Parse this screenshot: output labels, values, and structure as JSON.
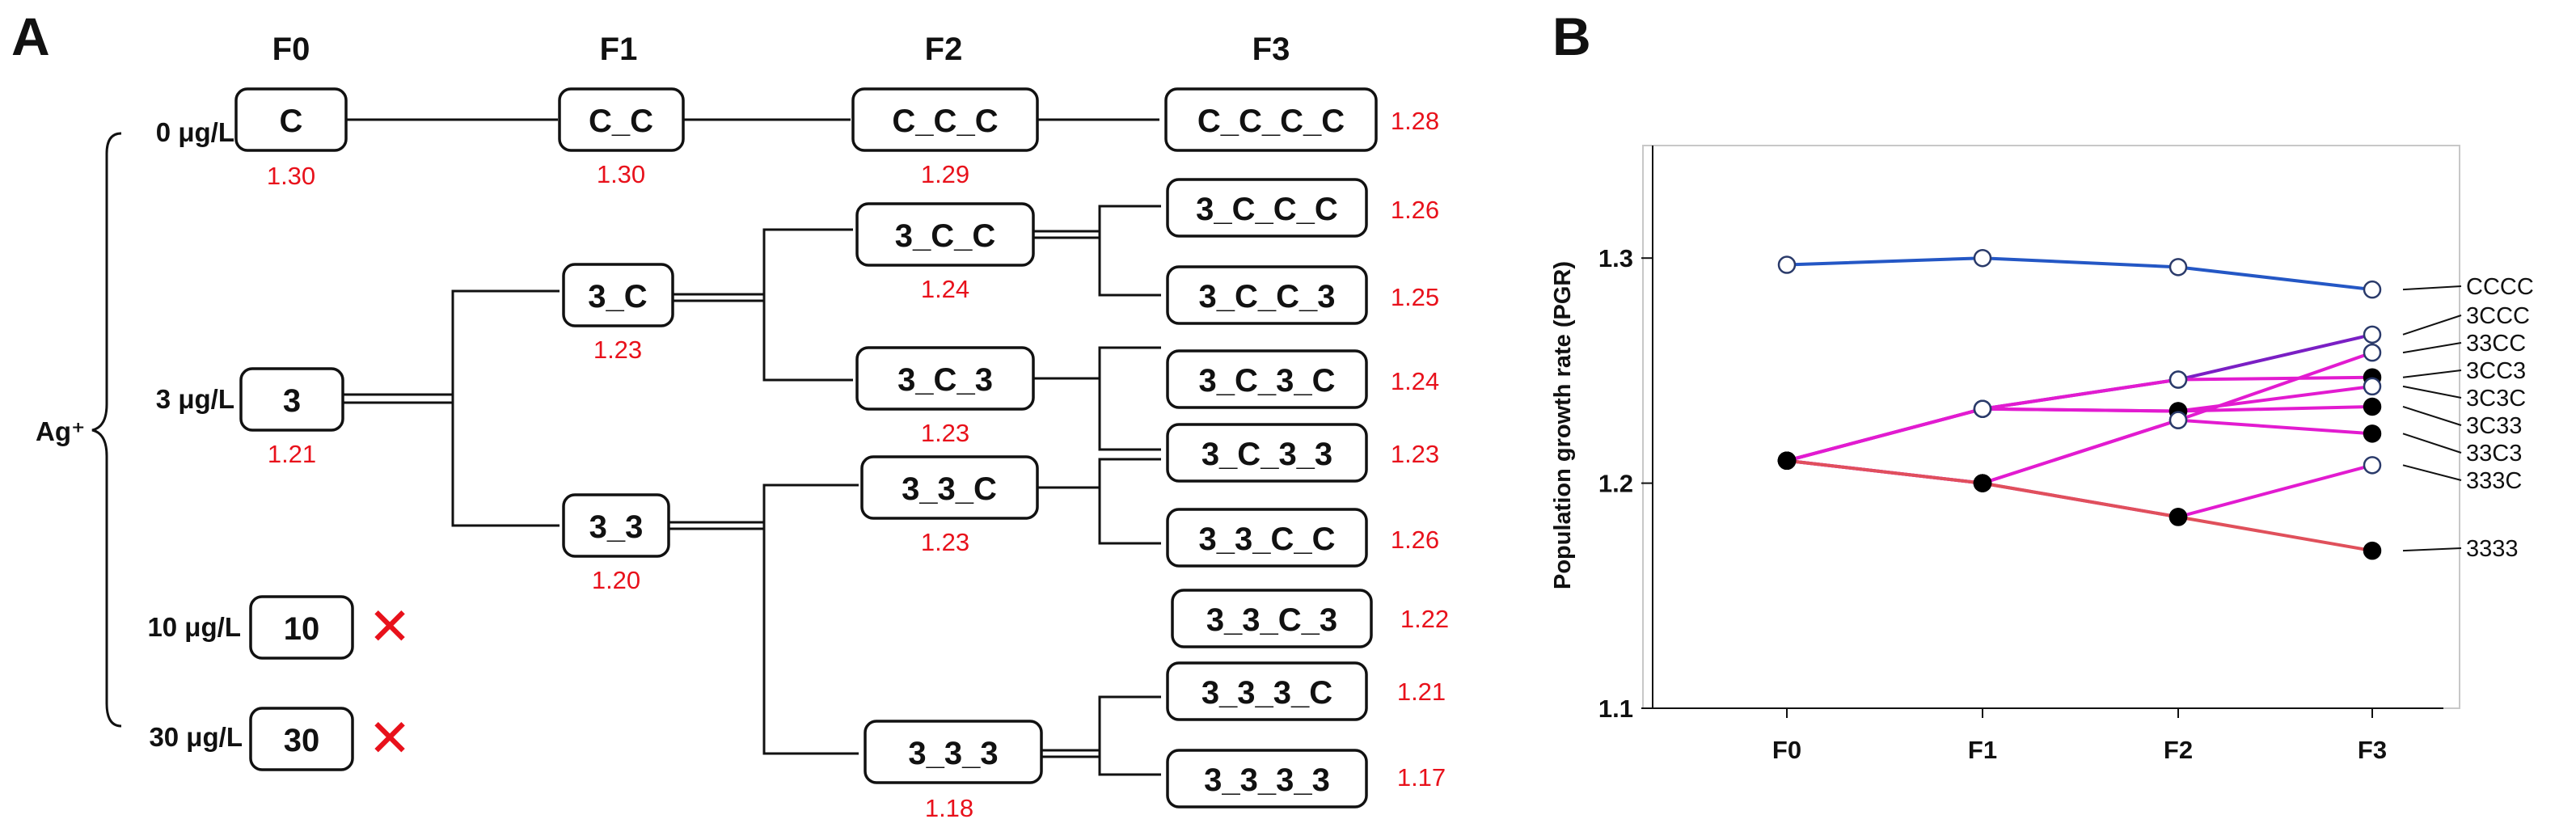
{
  "panel_a": {
    "letter": "A",
    "generations": [
      "F0",
      "F1",
      "F2",
      "F3"
    ],
    "treatment_label": "Ag⁺",
    "doses": [
      "0 μg/L",
      "3 μg/L",
      "10 μg/L",
      "30 μg/L"
    ],
    "lineages": {
      "f0_C": {
        "label": "C",
        "pgr": "1.30"
      },
      "f0_3": {
        "label": "3",
        "pgr": "1.21"
      },
      "f0_10": {
        "label": "10",
        "pgr": ""
      },
      "f0_30": {
        "label": "30",
        "pgr": ""
      },
      "f1_CC": {
        "label": "C_C",
        "pgr": "1.30"
      },
      "f1_3C": {
        "label": "3_C",
        "pgr": "1.23"
      },
      "f1_33": {
        "label": "3_3",
        "pgr": "1.20"
      },
      "f2_CCC": {
        "label": "C_C_C",
        "pgr": "1.29"
      },
      "f2_3CC": {
        "label": "3_C_C",
        "pgr": "1.24"
      },
      "f2_3C3": {
        "label": "3_C_3",
        "pgr": "1.23"
      },
      "f2_33C": {
        "label": "3_3_C",
        "pgr": "1.23"
      },
      "f2_333": {
        "label": "3_3_3",
        "pgr": "1.18"
      },
      "f3_CCCC": {
        "label": "C_C_C_C",
        "pgr": "1.28"
      },
      "f3_3CCC": {
        "label": "3_C_C_C",
        "pgr": "1.26"
      },
      "f3_3CC3": {
        "label": "3_C_C_3",
        "pgr": "1.25"
      },
      "f3_3C3C": {
        "label": "3_C_3_C",
        "pgr": "1.24"
      },
      "f3_3C33": {
        "label": "3_C_3_3",
        "pgr": "1.23"
      },
      "f3_33CC": {
        "label": "3_3_C_C",
        "pgr": "1.26"
      },
      "f3_33C3": {
        "label": "3_3_C_3",
        "pgr": "1.22"
      },
      "f3_333C": {
        "label": "3_3_3_C",
        "pgr": "1.21"
      },
      "f3_3333": {
        "label": "3_3_3_3",
        "pgr": "1.17"
      }
    },
    "extinct_mark": "✕"
  },
  "chart_data": {
    "type": "line",
    "panel_letter": "B",
    "x": [
      "F0",
      "F1",
      "F2",
      "F3"
    ],
    "ylabel": "Population growth rate (PGR)",
    "xlabel": "",
    "ylim": [
      1.1,
      1.35
    ],
    "yticks": [
      1.1,
      1.2,
      1.3
    ],
    "grid": false,
    "colors": {
      "control": "#2457c5",
      "purple": "#7a1fc4",
      "magenta": "#e21bd0",
      "red": "#e0505b"
    },
    "series": [
      {
        "name": "CCCC",
        "values": [
          1.297,
          1.3,
          1.296,
          1.286
        ],
        "color": "#2457c5",
        "markers": [
          "open",
          "open",
          "open",
          "open"
        ]
      },
      {
        "name": "3CCC",
        "values": [
          1.21,
          1.233,
          1.246,
          1.266
        ],
        "color": "#7a1fc4",
        "markers": [
          "filled",
          "open",
          "open",
          "open"
        ]
      },
      {
        "name": "33CC",
        "values": [
          1.21,
          1.2,
          1.228,
          1.258
        ],
        "color": "#e21bd0",
        "markers": [
          "filled",
          "filled",
          "open",
          "open"
        ]
      },
      {
        "name": "3CC3",
        "values": [
          1.21,
          1.233,
          1.246,
          1.247
        ],
        "color": "#e21bd0",
        "markers": [
          "filled",
          "open",
          "open",
          "filled"
        ]
      },
      {
        "name": "3C3C",
        "values": [
          1.21,
          1.233,
          1.232,
          1.243
        ],
        "color": "#e21bd0",
        "markers": [
          "filled",
          "open",
          "filled",
          "open"
        ]
      },
      {
        "name": "3C33",
        "values": [
          1.21,
          1.233,
          1.232,
          1.234
        ],
        "color": "#e21bd0",
        "markers": [
          "filled",
          "open",
          "filled",
          "filled"
        ]
      },
      {
        "name": "33C3",
        "values": [
          1.21,
          1.2,
          1.228,
          1.222
        ],
        "color": "#e21bd0",
        "markers": [
          "filled",
          "filled",
          "open",
          "filled"
        ]
      },
      {
        "name": "333C",
        "values": [
          1.21,
          1.2,
          1.185,
          1.208
        ],
        "color": "#e21bd0",
        "markers": [
          "filled",
          "filled",
          "filled",
          "open"
        ]
      },
      {
        "name": "3333",
        "values": [
          1.21,
          1.2,
          1.185,
          1.17
        ],
        "color": "#e0505b",
        "markers": [
          "filled",
          "filled",
          "filled",
          "filled"
        ]
      }
    ],
    "legend_order": [
      "CCCC",
      "3CCC",
      "33CC",
      "3CC3",
      "3C3C",
      "3C33",
      "33C3",
      "333C",
      "3333"
    ]
  }
}
